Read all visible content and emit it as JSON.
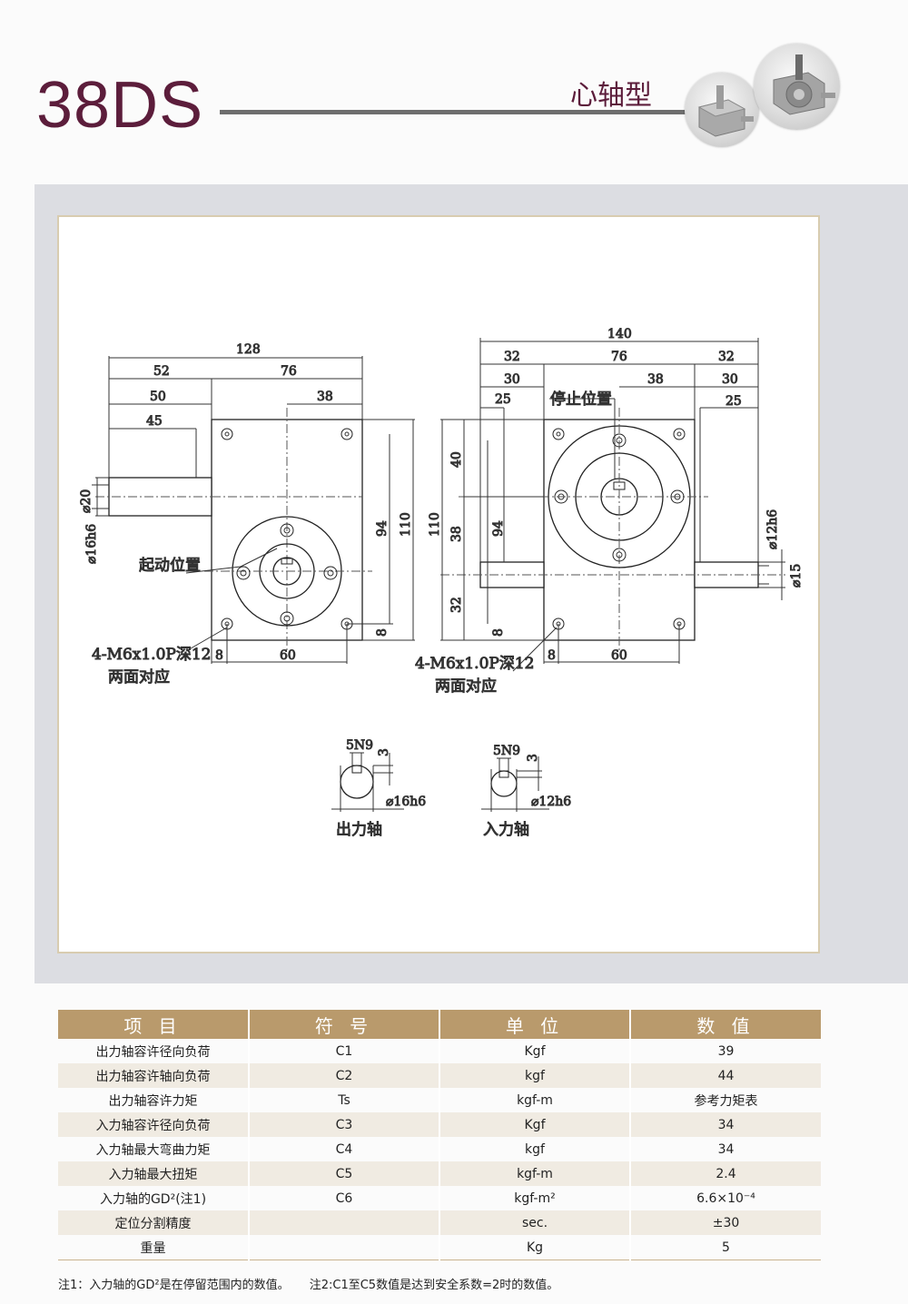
{
  "header": {
    "model": "38DS",
    "type": "心轴型"
  },
  "drawing": {
    "left": {
      "dims": [
        "128",
        "52",
        "76",
        "50",
        "38",
        "45",
        "94",
        "110",
        "8",
        "60",
        "8"
      ],
      "dia": [
        "⌀20",
        "⌀16h6"
      ],
      "start_label": "起动位置",
      "hole_label_1": "4-M6x1.0P深12",
      "hole_label_2": "两面对应"
    },
    "right": {
      "dims": [
        "140",
        "32",
        "76",
        "32",
        "30",
        "38",
        "30",
        "25",
        "25",
        "40",
        "110",
        "38",
        "94",
        "32",
        "8",
        "8",
        "60"
      ],
      "dia": [
        "⌀12h6",
        "⌀15"
      ],
      "stop_label": "停止位置",
      "hole_label_1": "4-M6x1.0P深12",
      "hole_label_2": "两面对应"
    },
    "shafts": [
      {
        "key": "5N9",
        "depth": "3",
        "dia": "⌀16h6",
        "name": "出力轴"
      },
      {
        "key": "5N9",
        "depth": "3",
        "dia": "⌀12h6",
        "name": "入力轴"
      }
    ]
  },
  "table": {
    "headers": [
      "项 目",
      "符 号",
      "单 位",
      "数 值"
    ],
    "rows": [
      {
        "item": "出力轴容许径向负荷",
        "symbol": "C1",
        "unit": "Kgf",
        "value": "39"
      },
      {
        "item": "出力轴容许轴向负荷",
        "symbol": "C2",
        "unit": "kgf",
        "value": "44"
      },
      {
        "item": "出力轴容许力矩",
        "symbol": "Ts",
        "unit": "kgf-m",
        "value": "参考力矩表"
      },
      {
        "item": "入力轴容许径向负荷",
        "symbol": "C3",
        "unit": "Kgf",
        "value": "34"
      },
      {
        "item": "入力轴最大弯曲力矩",
        "symbol": "C4",
        "unit": "kgf",
        "value": "34"
      },
      {
        "item": "入力轴最大扭矩",
        "symbol": "C5",
        "unit": "kgf-m",
        "value": "2.4"
      },
      {
        "item": "入力轴的GD²(注1)",
        "symbol": "C6",
        "unit": "kgf-m²",
        "value": "6.6×10⁻⁴"
      },
      {
        "item": "定位分割精度",
        "symbol": "",
        "unit": "sec.",
        "value": "±30"
      },
      {
        "item": "重量",
        "symbol": "",
        "unit": "Kg",
        "value": "5"
      }
    ]
  },
  "notes": [
    "注1：入力轴的GD²是在停留范围内的数值。",
    "注2:C1至C5数值是达到安全系数=2时的数值。"
  ]
}
